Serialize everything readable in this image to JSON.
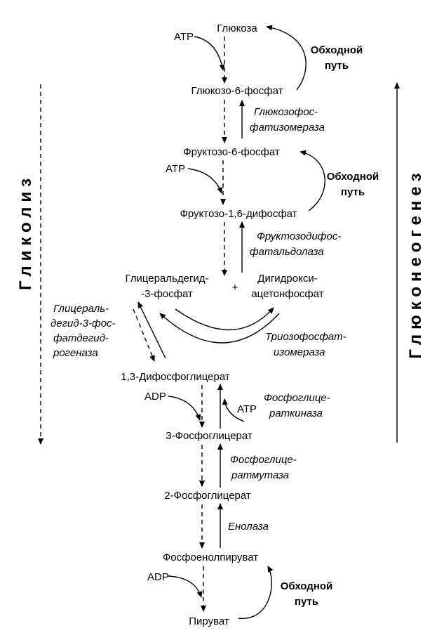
{
  "side_labels": {
    "left": "Гликолиз",
    "right": "Глюконеогенез"
  },
  "metabolites": {
    "glucose": "Глюкоза",
    "g6p": "Глюкозо-6-фосфат",
    "f6p": "Фруктозо-6-фосфат",
    "f16bp": "Фруктозо-1,6-дифосфат",
    "gap_1": "Глицеральдегид-",
    "gap_2": "-3-фосфат",
    "plus": "+",
    "dhap_1": "Дигидрокси-",
    "dhap_2": "ацетонфосфат",
    "bpg13": "1,3-Дифосфоглицерат",
    "pg3": "3-Фосфоглицерат",
    "pg2": "2-Фосфоглицерат",
    "pep": "Фосфоенолпируват",
    "pyruvate": "Пируват"
  },
  "cofactors": {
    "atp1": "ATP",
    "atp2": "ATP",
    "adp1": "ADP",
    "atp3": "ATP",
    "adp2": "ADP"
  },
  "bypass": [
    {
      "line1": "Обходной",
      "line2": "путь"
    },
    {
      "line1": "Обходной",
      "line2": "путь"
    },
    {
      "line1": "Обходной",
      "line2": "путь"
    }
  ],
  "enzymes": {
    "gpi": [
      "Глюкозофос-",
      "фатизомераза"
    ],
    "aldolase": [
      "Фруктозодифос-",
      "фатальдолаза"
    ],
    "gapdh": [
      "Глицераль-",
      "дегид-3-фос-",
      "фатдегид-",
      "рогеназа"
    ],
    "tpi": [
      "Триозофосфат-",
      "изомераза"
    ],
    "pgk": [
      "Фосфоглице-",
      "раткиназа"
    ],
    "pgm": [
      "Фосфоглице-",
      "ратмутаза"
    ],
    "enolase": [
      "Енолаза"
    ]
  }
}
